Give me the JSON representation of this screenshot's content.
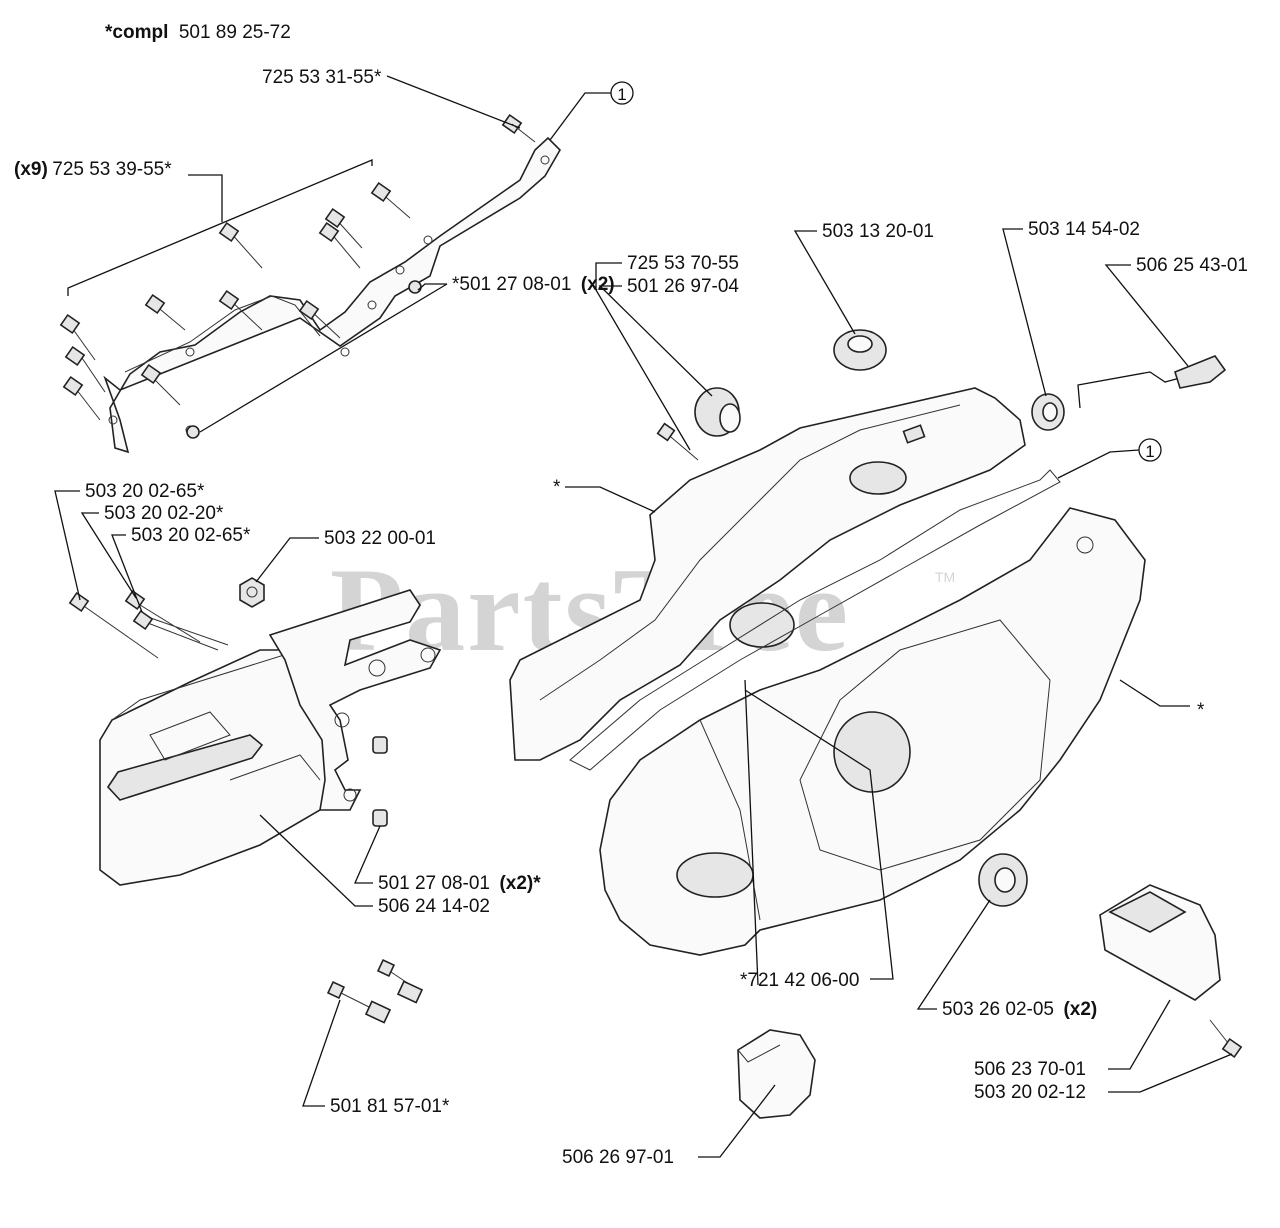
{
  "title": {
    "prefix": "*compl",
    "number": "501 89 25-72"
  },
  "watermark": {
    "text": "PartsTree",
    "tm": "TM"
  },
  "callout": "1",
  "labels": {
    "l_725533155": "725 53 31-55*",
    "l_x9": "(x9)",
    "l_725533955": "725 53 39-55*",
    "l_725537055": "725 53 70-55",
    "l_501269704": "501 26 97-04",
    "l_503132001": "503 13 20-01",
    "l_503145402": "503 14 54-02",
    "l_506254301": "506 25 43-01",
    "l_501270801_a": "*501 27 08-01",
    "x2": "(x2)",
    "star": "*",
    "l_503200265_a": "503 20 02-65*",
    "l_503200220": "503 20 02-20*",
    "l_503200265_b": "503 20 02-65*",
    "l_503220001": "503 22 00-01",
    "l_501270801_b": "501 27 08-01",
    "x2star": "(x2)*",
    "l_506241402": "506 24 14-02",
    "l_721420600": "*721 42 06-00",
    "l_503260205": "503 26 02-05",
    "l_506237001": "506 23 70-01",
    "l_503200212": "503 20 02-12",
    "l_501815701": "501 81 57-01*",
    "l_506269701": "506 26 97-01"
  }
}
